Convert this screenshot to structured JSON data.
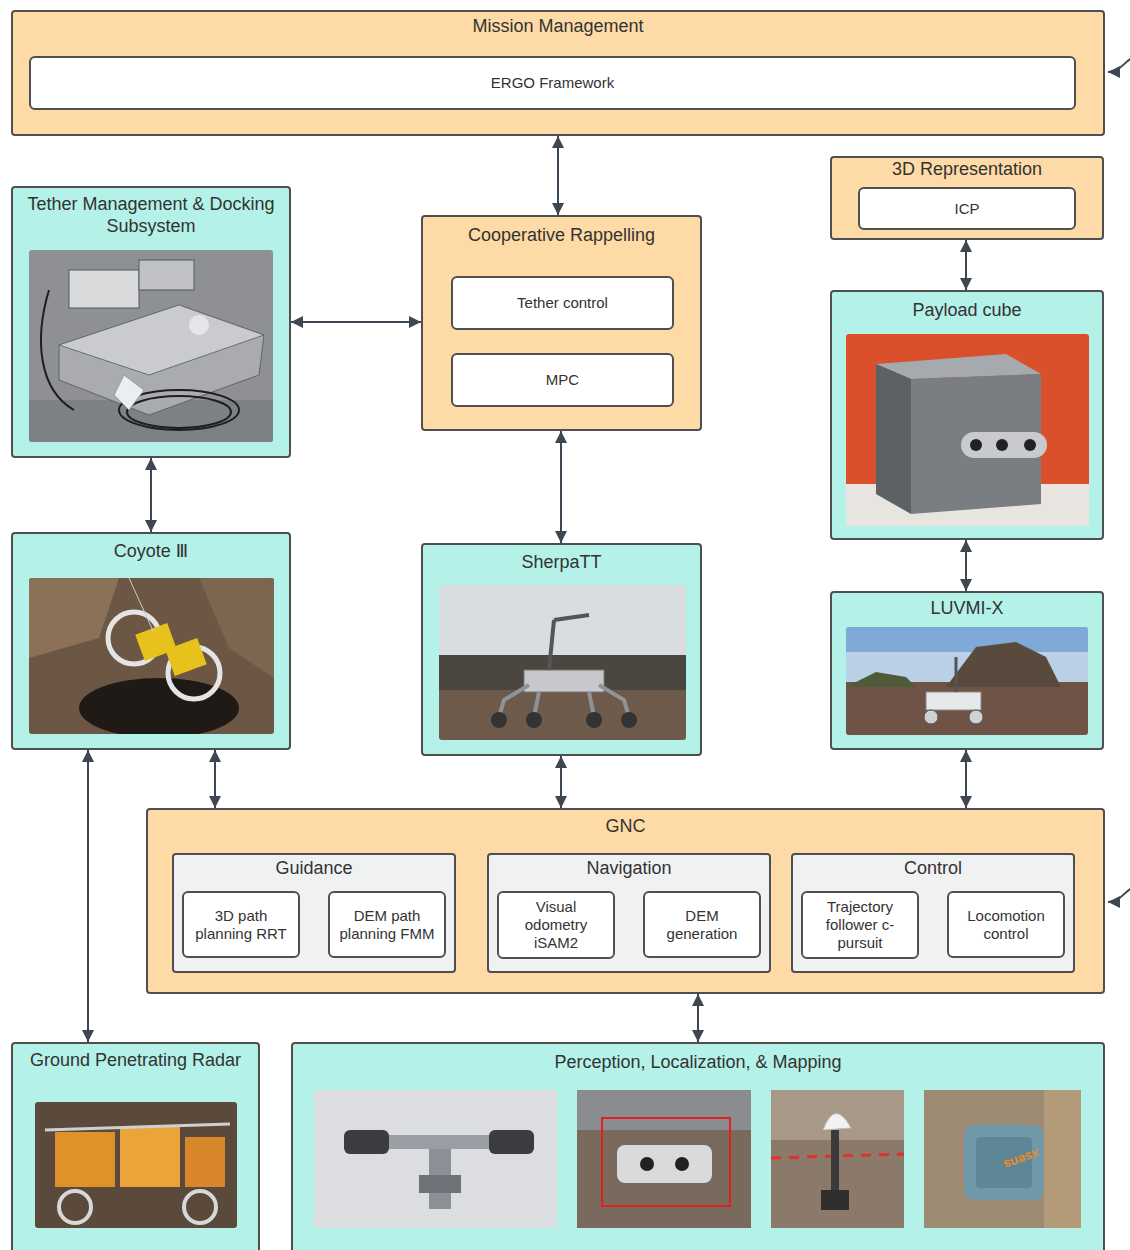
{
  "diagram": {
    "nodes": [
      {
        "text": [
          "Mission Management"
        ]
      },
      {
        "text": [
          "ERGO Framework"
        ],
        "in": 0
      },
      {
        "text": [
          "Tether Management & Docking Subsystem"
        ]
      },
      {
        "text": [
          "Cooperative Rappelling"
        ]
      },
      {
        "text": [
          "Tether control"
        ],
        "in": 3
      },
      {
        "text": [
          "MPC"
        ],
        "in": 3
      },
      {
        "text": [
          "3D Representation"
        ]
      },
      {
        "text": [
          "ICP"
        ],
        "in": 6
      },
      {
        "text": [
          "Payload cube"
        ]
      },
      {
        "text": [
          "Coyote Ⅲ"
        ]
      },
      {
        "text": [
          "SherpaTT"
        ]
      },
      {
        "text": [
          "LUVMI-X"
        ]
      },
      {
        "text": [
          "GNC"
        ]
      },
      {
        "text": [
          "Guidance"
        ],
        "in": 12
      },
      {
        "text": [
          "3D path planning RRT"
        ],
        "in": 13
      },
      {
        "text": [
          "DEM path planning FMM"
        ],
        "in": 13
      },
      {
        "text": [
          "Navigation"
        ],
        "in": 12
      },
      {
        "text": [
          "Visual odometry iSAM2"
        ],
        "in": 16
      },
      {
        "text": [
          "DEM generation"
        ],
        "in": 16
      },
      {
        "text": [
          "Control"
        ],
        "in": 12
      },
      {
        "text": [
          "Trajectory follower c-pursuit"
        ],
        "in": 19
      },
      {
        "text": [
          "Locomotion control"
        ],
        "in": 19
      },
      {
        "text": [
          "Ground Penetrating Radar"
        ]
      },
      {
        "text": [
          "Perception, Localization, & Mapping"
        ]
      }
    ],
    "edges": [
      {
        "from": 0,
        "to": 3,
        "arrow": "both"
      },
      {
        "from": 2,
        "to": 3,
        "arrow": "both"
      },
      {
        "from": 6,
        "to": 8,
        "arrow": "both"
      },
      {
        "from": 2,
        "to": 9,
        "arrow": "both"
      },
      {
        "from": 3,
        "to": 10,
        "arrow": "both"
      },
      {
        "from": 8,
        "to": 11,
        "arrow": "both"
      },
      {
        "from": 9,
        "to": 22,
        "arrow": "both"
      },
      {
        "from": 9,
        "to": 12,
        "arrow": "both"
      },
      {
        "from": 10,
        "to": 12,
        "arrow": "both"
      },
      {
        "from": 11,
        "to": 12,
        "arrow": "both"
      },
      {
        "from": 12,
        "to": 23,
        "arrow": "both"
      }
    ],
    "labels": [
      "xsens"
    ]
  }
}
